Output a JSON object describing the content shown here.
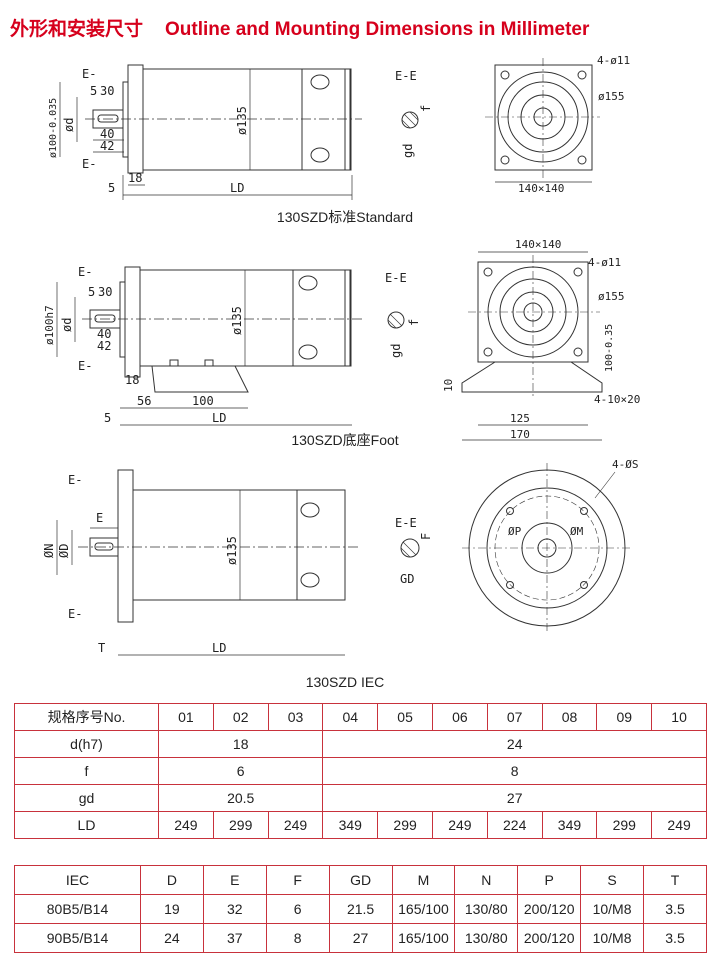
{
  "title": {
    "cn": "外形和安装尺寸",
    "en": "Outline and Mounting Dimensions in Millimeter"
  },
  "standard": {
    "caption": "130SZD标准Standard",
    "e_top": "E-",
    "e_bottom": "E-",
    "flange_dia": "ø100-0.035",
    "key": "5",
    "shaft_len": "30",
    "shaft_dia": "ød",
    "len40": "40",
    "len42": "42",
    "body_dia": "ø135",
    "flange_t": "18",
    "offset": "5",
    "ld": "LD",
    "section": "E-E",
    "f": "f",
    "gd": "gd",
    "holes": "4-ø11",
    "pcd": "ø155",
    "square": "140×140"
  },
  "foot": {
    "caption": "130SZD底座Foot",
    "e_top": "E-",
    "e_bottom": "E-",
    "flange_dia": "ø100h7",
    "key": "5",
    "shaft_len": "30",
    "shaft_dia": "ød",
    "len40": "40",
    "len42": "42",
    "body_dia": "ø135",
    "flange_t": "18",
    "foot_off": "56",
    "foot_len": "100",
    "offset": "5",
    "ld": "LD",
    "section": "E-E",
    "f": "f",
    "gd": "gd",
    "square": "140×140",
    "holes": "4-ø11",
    "pcd": "ø155",
    "height": "100-0.35",
    "base_h": "10",
    "slots": "4-10×20",
    "w125": "125",
    "w170": "170"
  },
  "iec": {
    "caption": "130SZD IEC",
    "e_top": "E-",
    "e_bottom": "E-",
    "e_len": "E",
    "n_dia": "ØN",
    "d_dia": "ØD",
    "body_dia": "ø135",
    "t": "T",
    "ld": "LD",
    "section": "E-E",
    "f": "F",
    "gd": "GD",
    "holes": "4-ØS",
    "p": "ØP",
    "m": "ØM"
  },
  "spec_table": {
    "header": [
      "规格序号No.",
      "01",
      "02",
      "03",
      "04",
      "05",
      "06",
      "07",
      "08",
      "09",
      "10"
    ],
    "d": {
      "label": "d(h7)",
      "v1": "18",
      "v2": "24"
    },
    "f": {
      "label": "f",
      "v1": "6",
      "v2": "8"
    },
    "gd": {
      "label": "gd",
      "v1": "20.5",
      "v2": "27"
    },
    "ld": {
      "label": "LD",
      "values": [
        "249",
        "299",
        "249",
        "349",
        "299",
        "249",
        "224",
        "349",
        "299",
        "249"
      ]
    }
  },
  "iec_table": {
    "header": [
      "IEC",
      "D",
      "E",
      "F",
      "GD",
      "M",
      "N",
      "P",
      "S",
      "T"
    ],
    "rows": [
      [
        "80B5/B14",
        "19",
        "32",
        "6",
        "21.5",
        "165/100",
        "130/80",
        "200/120",
        "10/M8",
        "3.5"
      ],
      [
        "90B5/B14",
        "24",
        "37",
        "8",
        "27",
        "165/100",
        "130/80",
        "200/120",
        "10/M8",
        "3.5"
      ]
    ]
  },
  "colors": {
    "accent": "#d6001c",
    "border": "#c8323c"
  }
}
